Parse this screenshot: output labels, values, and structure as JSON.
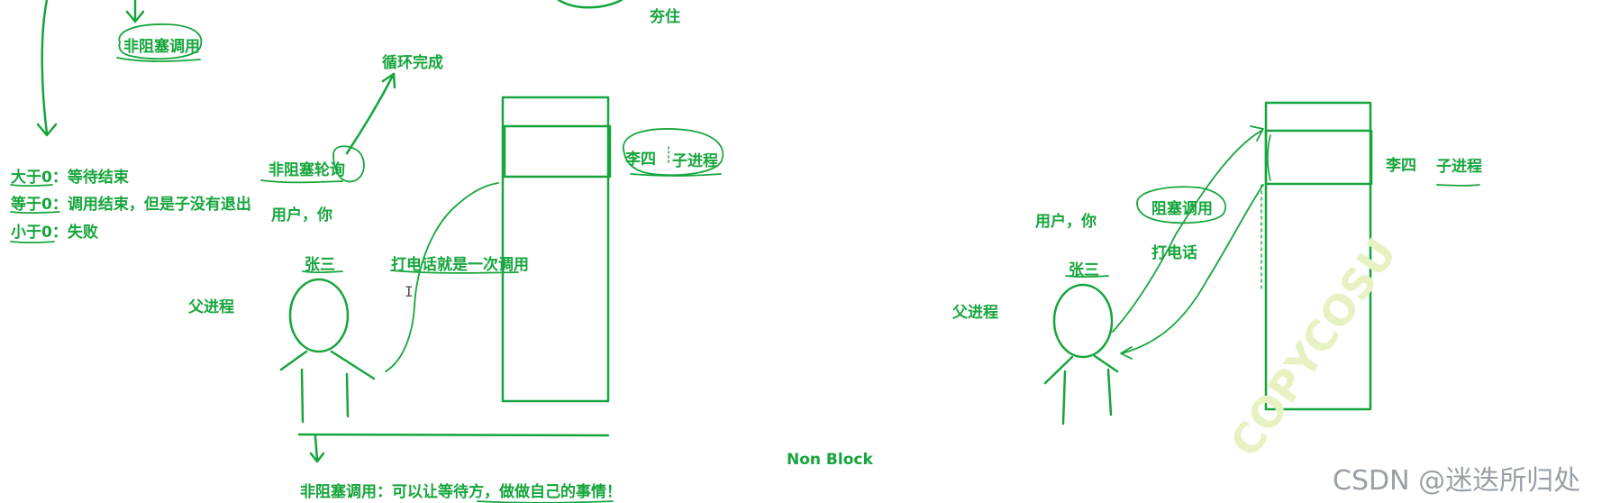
{
  "colors": {
    "ink": "#16a53c",
    "watermark": "#9aa0a6"
  },
  "left": {
    "top_right_fragment": "夯住",
    "non_blocking_call_top": "非阻塞调用",
    "loop_done": "循环完成",
    "return_values": [
      "大于0：等待结束",
      "等于0：调用结束，但是子没有退出",
      "小于0：失败"
    ],
    "polling": "非阻塞轮询",
    "user_you": "用户，你",
    "phone_call": "打电话就是一次调用",
    "zhangsan": "张三",
    "parent_process": "父进程",
    "lisi": "李四",
    "child_process": "子进程",
    "bottom_note": "非阻塞调用：可以让等待方，做做自己的事情！"
  },
  "center_label": "Non Block",
  "right": {
    "user_you": "用户，你",
    "blocking_call": "阻塞调用",
    "phone": "打电话",
    "zhangsan": "张三",
    "parent_process": "父进程",
    "lisi": "李四",
    "child_process": "子进程"
  },
  "watermark": "CSDN @迷迭所归处",
  "diag_watermark": "COPYCOSU"
}
